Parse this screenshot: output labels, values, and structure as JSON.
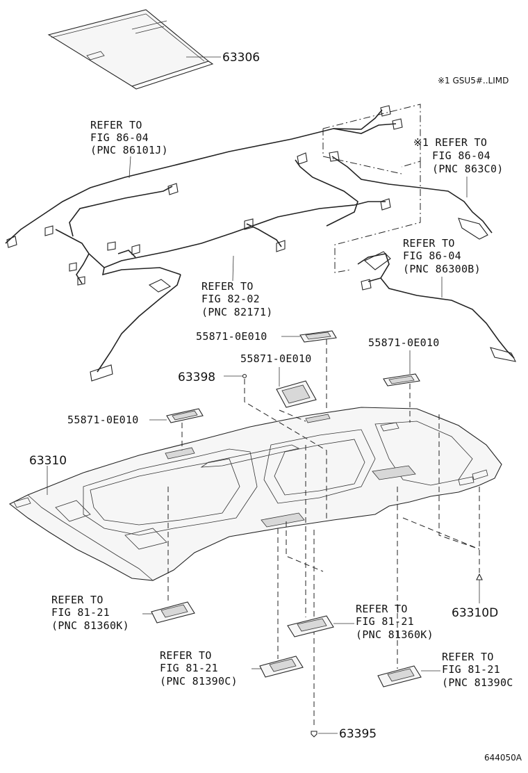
{
  "diagram": {
    "figure_id": "644050A",
    "variant_note": "※1  GSU5#..LIMD",
    "parts": {
      "p63306": "63306",
      "p63310": "63310",
      "p63310d": "63310D",
      "p63398": "63398",
      "p63395": "63395",
      "lamp_cover_a": "55871-0E010",
      "lamp_cover_b": "55871-0E010",
      "lamp_cover_c": "55871-0E010",
      "lamp_cover_d": "55871-0E010"
    },
    "refs": {
      "wire_main": [
        "REFER TO",
        "FIG 86-04",
        "(PNC 86101J)"
      ],
      "wire_right": [
        "※1 REFER TO",
        "FIG 86-04",
        "(PNC 863C0)"
      ],
      "wire_lower_right": [
        "REFER TO",
        "FIG 86-04",
        "(PNC 86300B)"
      ],
      "wire_center": [
        "REFER TO",
        "FIG 82-02",
        "(PNC 82171)"
      ],
      "lamp_left": [
        "REFER TO",
        "FIG 81-21",
        "(PNC 81360K)"
      ],
      "lamp_center": [
        "REFER TO",
        "FIG 81-21",
        "(PNC 81360K)"
      ],
      "lamp_lower_center": [
        "REFER TO",
        "FIG 81-21",
        "(PNC 81390C)"
      ],
      "lamp_lower_right": [
        "REFER TO",
        "FIG 81-21",
        "(PNC 81390C"
      ]
    }
  }
}
